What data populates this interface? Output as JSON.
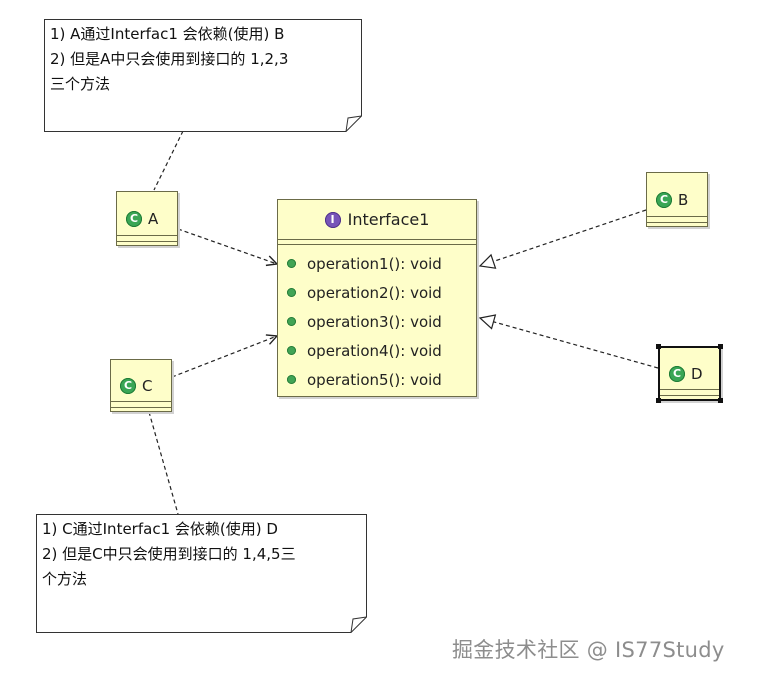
{
  "notes": [
    {
      "lines": [
        "1) A通过Interfac1 会依赖(使用) B",
        "2) 但是A中只会使用到接口的 1,2,3",
        "三个方法"
      ]
    },
    {
      "lines": [
        "1) C通过Interfac1 会依赖(使用) D",
        "2) 但是C中只会使用到接口的 1,4,5三",
        "个方法"
      ]
    }
  ],
  "classes": [
    {
      "name": "A",
      "icon": "class-icon",
      "icon_letter": "C"
    },
    {
      "name": "B",
      "icon": "class-icon",
      "icon_letter": "C"
    },
    {
      "name": "C",
      "icon": "class-icon",
      "icon_letter": "C"
    },
    {
      "name": "D",
      "icon": "class-icon",
      "icon_letter": "C"
    }
  ],
  "interface": {
    "name": "Interface1",
    "icon": "interface-icon",
    "icon_letter": "I",
    "operations": [
      "operation1(): void",
      "operation2(): void",
      "operation3(): void",
      "operation4(): void",
      "operation5(): void"
    ]
  },
  "watermark": "掘金技术社区 @ IS77Study",
  "colors": {
    "class_fill": "#fefec9",
    "class_border": "#6b6b48",
    "class_icon": "#3aa655",
    "interface_icon": "#7754b8",
    "operation_dot": "#41a455",
    "watermark": "#8d8d8d"
  }
}
